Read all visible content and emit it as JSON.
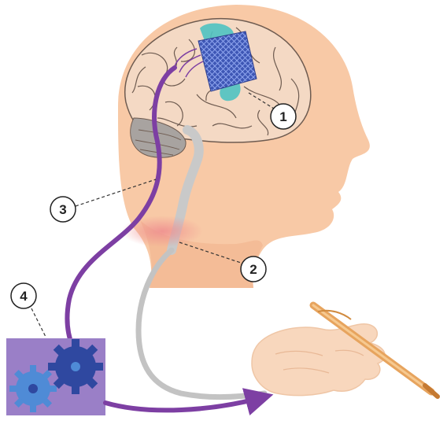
{
  "callouts": [
    {
      "id": "1",
      "label": "1"
    },
    {
      "id": "2",
      "label": "2"
    },
    {
      "id": "3",
      "label": "3"
    },
    {
      "id": "4",
      "label": "4"
    }
  ],
  "colors": {
    "skin": "#f8c9a6",
    "skin_shadow": "#f2b791",
    "brain_fill": "#f4d9c4",
    "brain_line": "#6e5b50",
    "cerebellum": "#a8a3a0",
    "spinal_cord": "#c9c9c9",
    "implant_grid": "#3e57b5",
    "implant_glow": "#4fc2c2",
    "neck_highlight": "#ef8f8f",
    "purple_pathway": "#7d3fa3",
    "gray_pathway": "#c3c3c3",
    "computer_box": "#9a7fc7",
    "gear_dark": "#2f48a0",
    "gear_light": "#4f8bd6",
    "pen": "#e7a45e"
  },
  "icons": [
    "brain-icon",
    "electrode-array-icon",
    "gear-icon",
    "hand-icon",
    "pen-icon"
  ]
}
